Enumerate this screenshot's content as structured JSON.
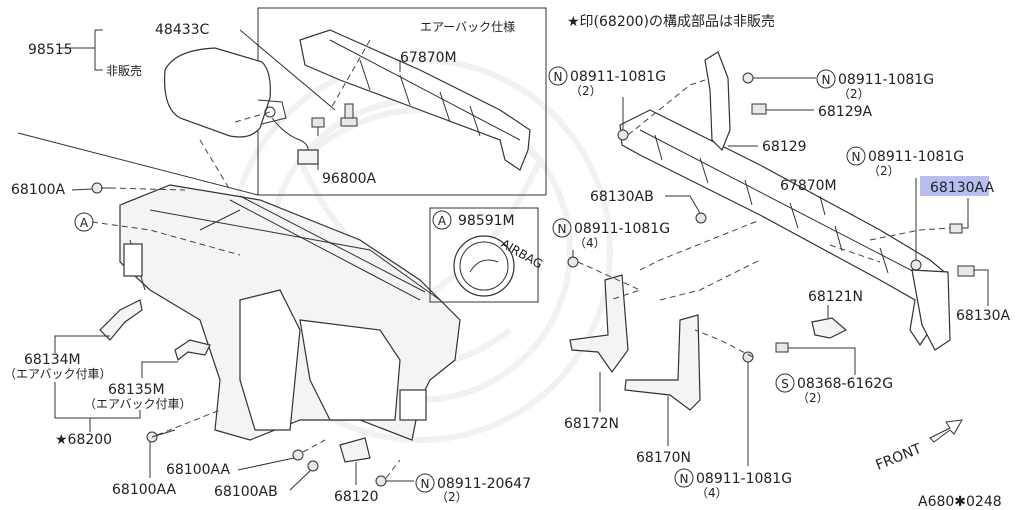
{
  "figure_code": "A680✱0248",
  "note": "★印(68200)の構成部品は非販売",
  "front_label": "FRONT",
  "inset_airbag": {
    "title": "エアーバック仕様",
    "part_48433C": "48433C",
    "part_98515": "98515",
    "not_sold": "非販売",
    "part_67870M": "67870M",
    "part_96800A": "96800A"
  },
  "inset_98591M": {
    "callout": "A",
    "part": "98591M",
    "badge_text": "AIRBAG"
  },
  "left": {
    "p68100A": "68100A",
    "callout_A": "A",
    "p68134M": "68134M",
    "p68134M_note": "（エアバック付車）",
    "p68135M": "68135M",
    "p68135M_note": "（エアバック付車）",
    "p68200": "★68200",
    "p68100AA_1": "68100AA",
    "p68100AA_2": "68100AA",
    "p68100AB": "68100AB",
    "p68120": "68120",
    "n08911_20647": "08911-20647",
    "n08911_20647_qty": "（2）"
  },
  "right": {
    "n08911_1081G_a": "08911-1081G",
    "n08911_1081G_a_qty": "（2）",
    "n08911_1081G_b": "08911-1081G",
    "n08911_1081G_b_qty": "（2）",
    "p68129A": "68129A",
    "p68129": "68129",
    "p68130AB": "68130AB",
    "p67870M": "67870M",
    "n08911_1081G_c": "08911-1081G",
    "n08911_1081G_c_qty": "（2）",
    "p68130AA": "68130AA",
    "n08911_1081G_d": "08911-1081G",
    "n08911_1081G_d_qty": "（4）",
    "p68121N": "68121N",
    "p68130A": "68130A",
    "s08368_6162G": "08368-6162G",
    "s08368_6162G_qty": "（2）",
    "p68172N": "68172N",
    "p68170N": "68170N",
    "n08911_1081G_e": "08911-1081G",
    "n08911_1081G_e_qty": "（4）"
  },
  "symbols": {
    "nut": "N",
    "screw": "S"
  },
  "colors": {
    "highlight": "#b8bff0",
    "line": "#333333"
  }
}
